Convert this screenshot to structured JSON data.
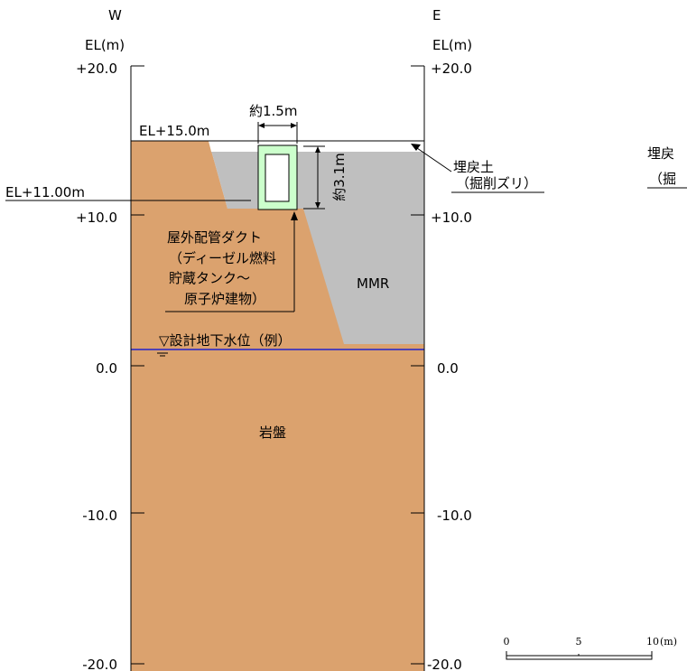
{
  "directions": {
    "west": "W",
    "east": "E"
  },
  "axis": {
    "left_unit": "EL(m)",
    "right_unit": "EL(m)",
    "left_ticks": [
      "+20.0",
      "+10.0",
      "0.0",
      "-10.0",
      "-20.0"
    ],
    "right_ticks": [
      "+20.0",
      "+10.0",
      "0.0",
      "-10.0",
      "-20.0"
    ]
  },
  "labels": {
    "ground_level": "EL+15.0m",
    "duct_base_level": "EL+11.00m",
    "duct_width": "約1.5m",
    "duct_height": "約3.1m",
    "backfill_line1": "埋戻土",
    "backfill_line2": "（掘削ズリ）",
    "backfill_cut_line1": "埋戻",
    "backfill_cut_line2": "（掘",
    "duct_name_line1": "屋外配管ダクト",
    "duct_name_line2": "（ディーゼル燃料",
    "duct_name_line3": "貯蔵タンク～",
    "duct_name_line4": "原子炉建物）",
    "mmr": "MMR",
    "groundwater": "▽設計地下水位（例）",
    "bedrock": "岩盤"
  },
  "scale_bar": {
    "ticks": [
      "0",
      "5",
      "10"
    ],
    "unit": "(m)"
  },
  "colors": {
    "bedrock": "#dba26e",
    "mmr": "#bfbfbf",
    "duct_fill": "#ccffcc",
    "groundwater_line": "#2222cc"
  }
}
